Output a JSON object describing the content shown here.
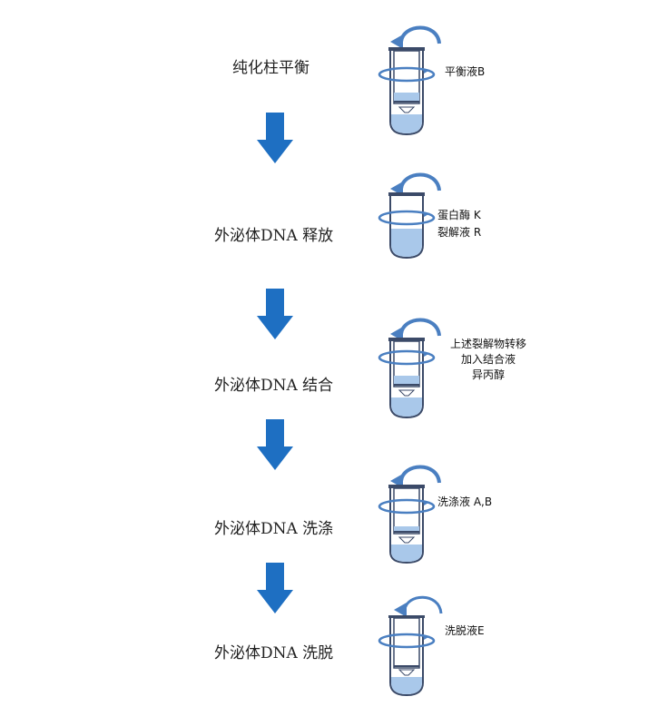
{
  "colors": {
    "arrow": "#1e6fc2",
    "tube_outline": "#3b4a68",
    "rotation": "#4a7fc1",
    "liquid": "#a9c8ea",
    "liquid_dark": "#7aa9dd"
  },
  "steps": [
    {
      "label": "纯化柱平衡",
      "tube": "column",
      "reagents": [
        "平衡液B"
      ]
    },
    {
      "label": "外泌体DNA 释放",
      "tube": "tube",
      "reagents": [
        "蛋白酶 K",
        "裂解液 R"
      ]
    },
    {
      "label": "外泌体DNA 结合",
      "tube": "column",
      "reagents": [
        "上述裂解物转移",
        "加入结合液",
        "异丙醇"
      ]
    },
    {
      "label": "外泌体DNA 洗涤",
      "tube": "column",
      "reagents": [
        "洗涤液 A,B"
      ]
    },
    {
      "label": "外泌体DNA 洗脱",
      "tube": "elution",
      "reagents": [
        "洗脱液E"
      ]
    }
  ]
}
